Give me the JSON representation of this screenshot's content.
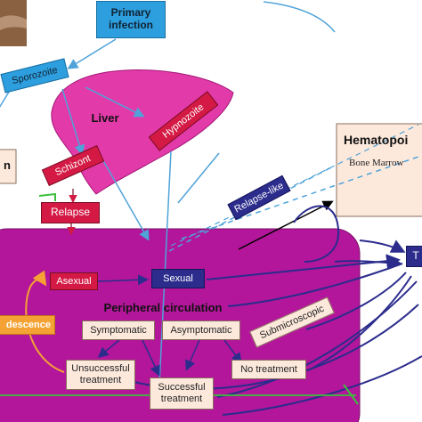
{
  "labels": {
    "primary_infection": "Primary infection",
    "sporozoite": "Sporozoite",
    "liver": "Liver",
    "hypnozoite": "Hypnozoite",
    "schizont": "Schizont",
    "relapse": "Relapse",
    "relapse_like": "Relapse-like",
    "hematopoiesis": "Hematopoi",
    "bone_marrow": "Bone Marrow",
    "left_partial": "n",
    "asexual": "Asexual",
    "sexual": "Sexual",
    "peripheral_circulation": "Peripheral circulation",
    "recrudescence": "descence",
    "symptomatic": "Symptomatic",
    "asymptomatic": "Asymptomatic",
    "submicroscopic": "Submicroscopic",
    "unsuccessful_treatment": "Unsuccessful treatment",
    "successful_treatment": "Successful treatment",
    "no_treatment": "No treatment",
    "right_partial": "T"
  },
  "colors": {
    "liver": "#e23aa8",
    "circulation": "#b3169a",
    "red_node": "#d41a44",
    "blue_node": "#2d9fde",
    "navy_node": "#2b2c8c",
    "cream_node": "#fde9dc",
    "orange_node": "#f4a233"
  }
}
